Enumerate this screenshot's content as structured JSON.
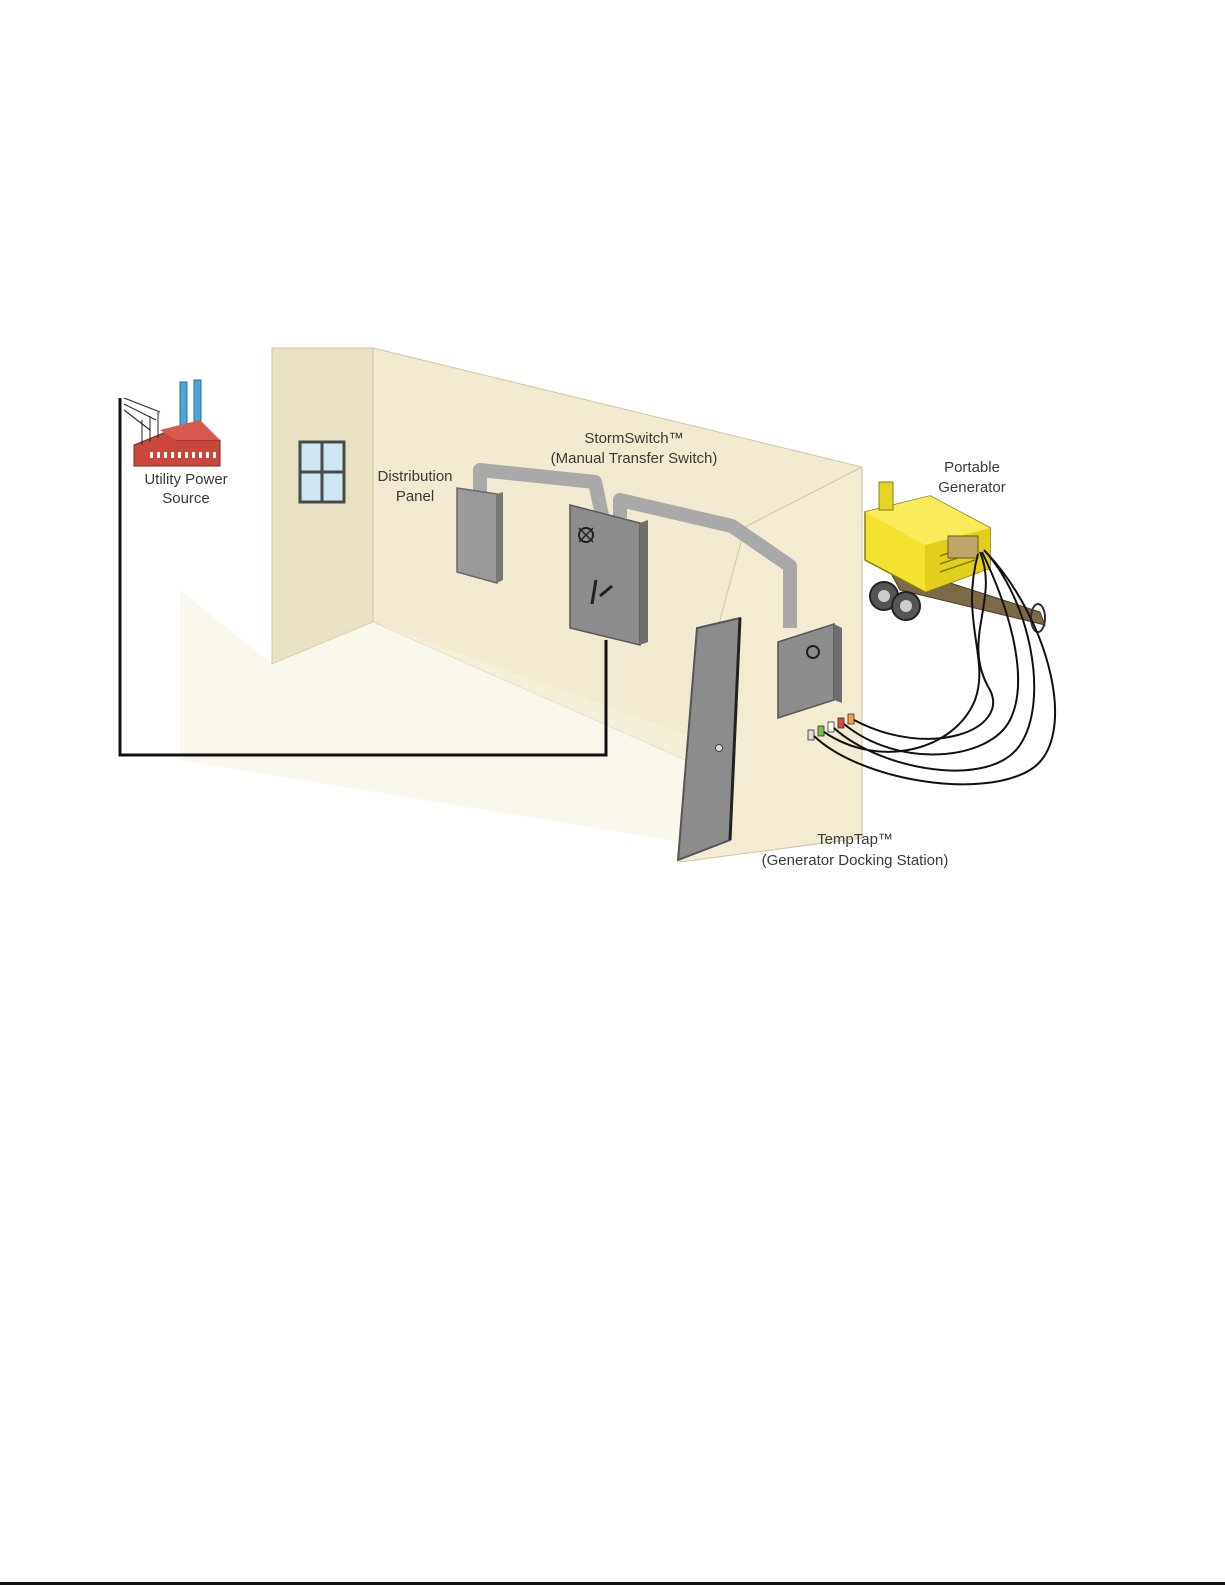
{
  "diagram": {
    "labels": {
      "utility_line1": "Utility Power",
      "utility_line2": "Source",
      "distribution_line1": "Distribution",
      "distribution_line2": "Panel",
      "stormswitch_line1": "StormSwitch™",
      "stormswitch_line2": "(Manual Transfer Switch)",
      "generator_line1": "Portable",
      "generator_line2": "Generator",
      "temptap_line1": "TempTap™",
      "temptap_line2": "(Generator Docking Station)"
    },
    "colors": {
      "wall": "#f1ead0",
      "wall_shade": "#e8dfc0",
      "panel_gray": "#8c8c8c",
      "conduit_gray": "#a9a9a9",
      "generator_yellow": "#f3e22e",
      "factory_red": "#c9473b",
      "cable_black": "#111111"
    },
    "icons": [
      "factory-icon",
      "window-icon",
      "door-icon",
      "generator-icon",
      "switch-logo-icon"
    ]
  }
}
